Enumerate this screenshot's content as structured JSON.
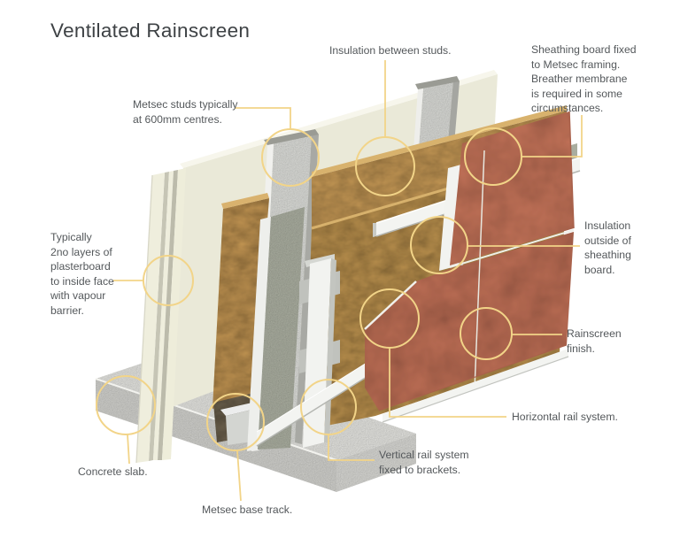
{
  "title": "Ventilated Rainscreen",
  "callouts": [
    {
      "id": "metsec-studs",
      "label": "Metsec studs typically\nat 600mm centres."
    },
    {
      "id": "insulation-between",
      "label": "Insulation between studs."
    },
    {
      "id": "sheathing-board",
      "label": "Sheathing board fixed\nto Metsec framing.\nBreather membrane\nis required in some\ncircumstances."
    },
    {
      "id": "plasterboard",
      "label": "Typically\n2no layers of\nplasterboard\nto inside face\nwith vapour\nbarrier."
    },
    {
      "id": "insulation-outside",
      "label": "Insulation\noutside of\nsheathing\nboard."
    },
    {
      "id": "rainscreen-finish",
      "label": "Rainscreen\nfinish."
    },
    {
      "id": "horizontal-rail",
      "label": "Horizontal rail system."
    },
    {
      "id": "vertical-rail",
      "label": "Vertical rail system\nfixed to brackets."
    },
    {
      "id": "concrete-slab",
      "label": "Concrete slab."
    },
    {
      "id": "metsec-base-track",
      "label": "Metsec base track."
    }
  ],
  "colors": {
    "background": "#ffffff",
    "title_text": "#3e4245",
    "label_text": "#54585b",
    "callout_accent": "#f2d488",
    "plasterboard": "#eae9d8",
    "insulation": "#c29654",
    "sheathing": "#a9ad9f",
    "rainscreen": "#c27258",
    "metal_rail": "#f3f4f1",
    "concrete": "#e2e2de"
  }
}
